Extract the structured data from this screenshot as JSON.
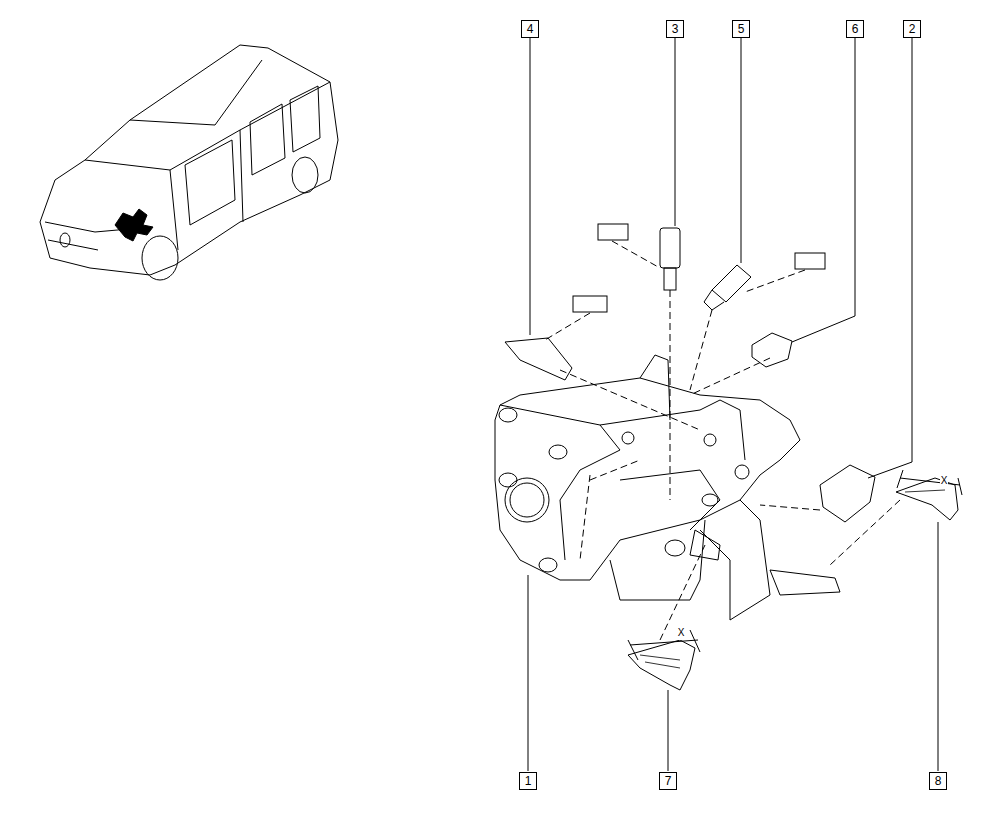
{
  "diagram": {
    "nodes": [
      {
        "text": [
          "4"
        ]
      },
      {
        "text": [
          "3"
        ]
      },
      {
        "text": [
          "5"
        ]
      },
      {
        "text": [
          "6"
        ]
      },
      {
        "text": [
          "2"
        ]
      },
      {
        "text": [
          "1"
        ]
      },
      {
        "text": [
          "7"
        ]
      },
      {
        "text": [
          "8"
        ]
      }
    ],
    "labels": [
      "X",
      "X"
    ]
  }
}
